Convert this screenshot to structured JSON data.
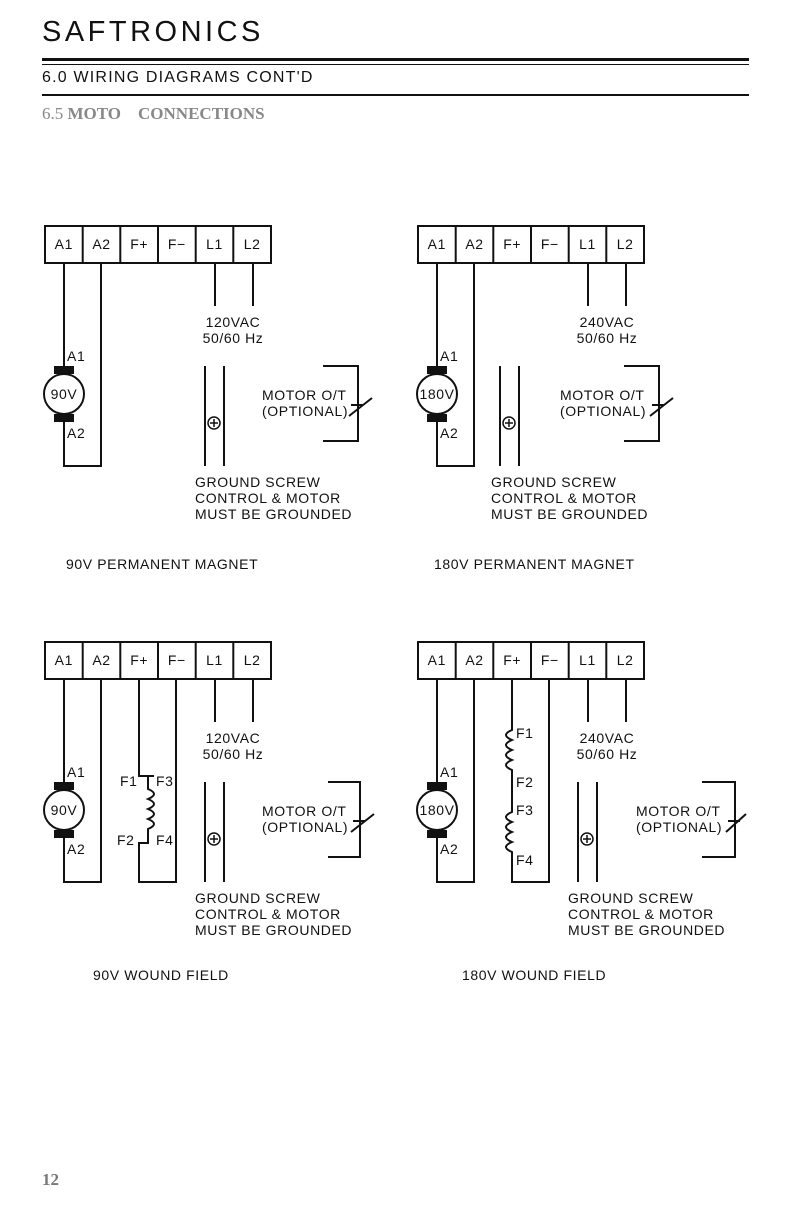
{
  "header": {
    "brand": "SAFTRONICS",
    "section": "6.0 WIRING DIAGRAMS CONT'D",
    "sub_number": "6.5",
    "sub_word1": "MOTO",
    "sub_word2": "CONNECTIONS"
  },
  "terminals": [
    "A1",
    "A2",
    "F+",
    "F−",
    "L1",
    "L2"
  ],
  "diagrams": [
    {
      "supply_v": "120VAC",
      "supply_hz": "50/60 Hz",
      "motor_label": "90V",
      "arm_a1": "A1",
      "arm_a2": "A2",
      "motor_ot": "MOTOR O/T",
      "optional": "(OPTIONAL)",
      "ground1": "GROUND SCREW",
      "ground2": "CONTROL & MOTOR",
      "ground3": "MUST BE GROUNDED",
      "caption": "90V PERMANENT MAGNET"
    },
    {
      "supply_v": "240VAC",
      "supply_hz": "50/60 Hz",
      "motor_label": "180V",
      "arm_a1": "A1",
      "arm_a2": "A2",
      "motor_ot": "MOTOR O/T",
      "optional": "(OPTIONAL)",
      "ground1": "GROUND SCREW",
      "ground2": "CONTROL & MOTOR",
      "ground3": "MUST BE GROUNDED",
      "caption": "180V PERMANENT MAGNET"
    },
    {
      "supply_v": "120VAC",
      "supply_hz": "50/60 Hz",
      "motor_label": "90V",
      "arm_a1": "A1",
      "arm_a2": "A2",
      "field": [
        "F1",
        "F3",
        "F2",
        "F4"
      ],
      "motor_ot": "MOTOR O/T",
      "optional": "(OPTIONAL)",
      "ground1": "GROUND SCREW",
      "ground2": "CONTROL & MOTOR",
      "ground3": "MUST BE GROUNDED",
      "caption": "90V WOUND FIELD"
    },
    {
      "supply_v": "240VAC",
      "supply_hz": "50/60 Hz",
      "motor_label": "180V",
      "arm_a1": "A1",
      "arm_a2": "A2",
      "field": [
        "F1",
        "F2",
        "F3",
        "F4"
      ],
      "motor_ot": "MOTOR O/T",
      "optional": "(OPTIONAL)",
      "ground1": "GROUND SCREW",
      "ground2": "CONTROL & MOTOR",
      "ground3": "MUST BE GROUNDED",
      "caption": "180V WOUND FIELD"
    }
  ],
  "footer": {
    "page": "12"
  }
}
